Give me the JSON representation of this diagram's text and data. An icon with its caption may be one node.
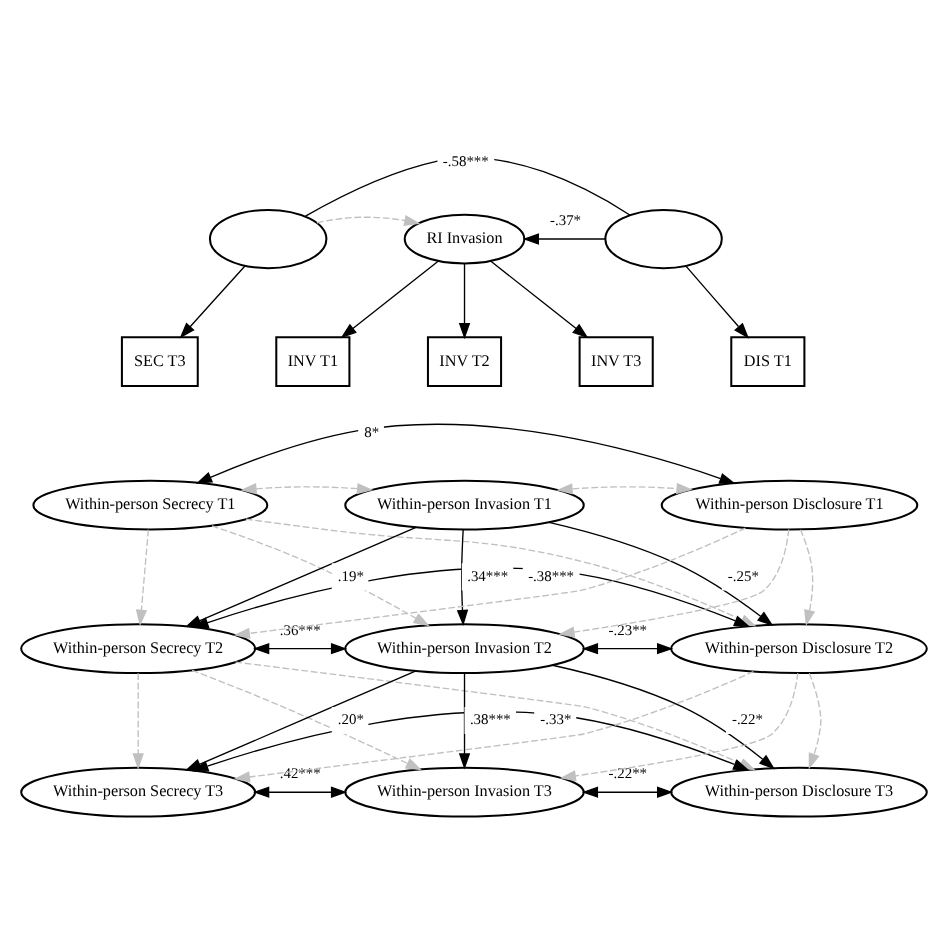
{
  "diagram": {
    "nodes": [
      {
        "text": [],
        "shape": "ellipse"
      },
      {
        "text": [
          "RI Invasion"
        ]
      },
      {
        "text": [],
        "shape": "ellipse"
      },
      {
        "text": [
          "SEC T3"
        ]
      },
      {
        "text": [
          "INV T1"
        ]
      },
      {
        "text": [
          "INV T2"
        ]
      },
      {
        "text": [
          "INV T3"
        ]
      },
      {
        "text": [
          "DIS T1"
        ]
      },
      {
        "text": [
          "Within-person Secrecy T1"
        ]
      },
      {
        "text": [
          "Within-person Secrecy T2"
        ]
      },
      {
        "text": [
          "Within-person Secrecy T3"
        ]
      },
      {
        "text": [
          "Within-person Invasion T1"
        ]
      },
      {
        "text": [
          "Within-person Invasion T2"
        ]
      },
      {
        "text": [
          "Within-person Invasion T3"
        ]
      },
      {
        "text": [
          "Within-person Disclosure T1"
        ]
      },
      {
        "text": [
          "Within-person Disclosure T2"
        ]
      },
      {
        "text": [
          "Within-person Disclosure T3"
        ]
      }
    ],
    "edges": [
      {
        "from": 0,
        "to": 2,
        "arrow": "none",
        "label": "-.58***"
      },
      {
        "from": 2,
        "to": 1,
        "arrow": "to",
        "label": "-.37*"
      },
      {
        "from": 0,
        "to": 1,
        "arrow": "to",
        "style": "dashed",
        "color": "#c0c0c0"
      },
      {
        "from": 0,
        "to": 3,
        "arrow": "to"
      },
      {
        "from": 1,
        "to": 4,
        "arrow": "to"
      },
      {
        "from": 1,
        "to": 5,
        "arrow": "to"
      },
      {
        "from": 1,
        "to": 6,
        "arrow": "to"
      },
      {
        "from": 2,
        "to": 7,
        "arrow": "to"
      },
      {
        "from": 8,
        "to": 14,
        "arrow": "both",
        "label": "8*"
      },
      {
        "from": 8,
        "to": 11,
        "arrow": "both",
        "style": "dashed",
        "color": "#c0c0c0"
      },
      {
        "from": 11,
        "to": 14,
        "arrow": "both",
        "style": "dashed",
        "color": "#c0c0c0"
      },
      {
        "from": 8,
        "to": 9,
        "arrow": "to",
        "style": "dashed",
        "color": "#c0c0c0"
      },
      {
        "from": 8,
        "to": 12,
        "arrow": "to",
        "style": "dashed",
        "color": "#c0c0c0"
      },
      {
        "from": 8,
        "to": 15,
        "arrow": "to",
        "style": "dashed",
        "color": "#c0c0c0"
      },
      {
        "from": 11,
        "to": 9,
        "arrow": "to",
        "label": ".19*"
      },
      {
        "from": 11,
        "to": 12,
        "arrow": "to",
        "label": ".34***"
      },
      {
        "from": 11,
        "to": 15,
        "arrow": "to",
        "label": "-.25*"
      },
      {
        "from": 14,
        "to": 9,
        "arrow": "to",
        "style": "dashed",
        "color": "#c0c0c0"
      },
      {
        "from": 14,
        "to": 12,
        "arrow": "to",
        "style": "dashed",
        "color": "#c0c0c0"
      },
      {
        "from": 14,
        "to": 15,
        "arrow": "to",
        "style": "dashed",
        "color": "#c0c0c0"
      },
      {
        "from": 9,
        "to": 12,
        "arrow": "both",
        "label": ".36***"
      },
      {
        "from": 12,
        "to": 15,
        "arrow": "both",
        "label": "-.23**"
      },
      {
        "from": 9,
        "to": 15,
        "arrow": "both",
        "label": "-.38***"
      },
      {
        "from": 9,
        "to": 10,
        "arrow": "to",
        "style": "dashed",
        "color": "#c0c0c0"
      },
      {
        "from": 9,
        "to": 13,
        "arrow": "to",
        "style": "dashed",
        "color": "#c0c0c0"
      },
      {
        "from": 9,
        "to": 16,
        "arrow": "to",
        "style": "dashed",
        "color": "#c0c0c0"
      },
      {
        "from": 12,
        "to": 10,
        "arrow": "to",
        "label": ".20*"
      },
      {
        "from": 12,
        "to": 13,
        "arrow": "to",
        "label": ".38***"
      },
      {
        "from": 12,
        "to": 16,
        "arrow": "to",
        "label": "-.22*"
      },
      {
        "from": 15,
        "to": 10,
        "arrow": "to",
        "style": "dashed",
        "color": "#c0c0c0"
      },
      {
        "from": 15,
        "to": 13,
        "arrow": "to",
        "style": "dashed",
        "color": "#c0c0c0"
      },
      {
        "from": 15,
        "to": 16,
        "arrow": "to",
        "style": "dashed",
        "color": "#c0c0c0"
      },
      {
        "from": 10,
        "to": 13,
        "arrow": "both",
        "label": ".42***"
      },
      {
        "from": 13,
        "to": 16,
        "arrow": "both",
        "label": "-.22**"
      },
      {
        "from": 10,
        "to": 16,
        "arrow": "both",
        "label": "-.33*"
      }
    ]
  }
}
